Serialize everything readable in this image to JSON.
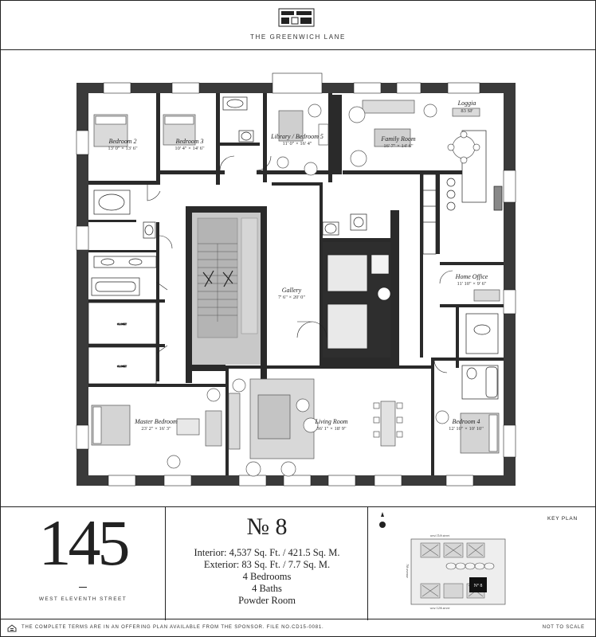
{
  "header": {
    "building_name": "THE GREENWICH LANE"
  },
  "floor_plan": {
    "rooms": [
      {
        "name": "Bedroom 2",
        "dims": "13' 0\" × 13' 6\""
      },
      {
        "name": "Bedroom 3",
        "dims": "10' 4\" × 14' 6\""
      },
      {
        "name": "Library / Bedroom 5",
        "dims": "11' 0\" × 16' 4\""
      },
      {
        "name": "Family Room",
        "dims": "16' 7\" × 14' 6\""
      },
      {
        "name": "Loggia",
        "dims": "83 SF"
      },
      {
        "name": "Gallery",
        "dims": "7' 6\" × 20' 0\""
      },
      {
        "name": "Home Office",
        "dims": "11' 10\" × 9' 6\""
      },
      {
        "name": "Master Bedroom",
        "dims": "23' 2\" × 16' 3\""
      },
      {
        "name": "Living Room",
        "dims": "36' 1\" × 18' 9\""
      },
      {
        "name": "Bedroom 4",
        "dims": "12' 10\" × 10' 10\""
      }
    ]
  },
  "building": {
    "number": "145",
    "street": "WEST ELEVENTH STREET"
  },
  "unit": {
    "label": "№ 8",
    "details": [
      "Interior: 4,537 Sq. Ft. / 421.5 Sq. M.",
      "Exterior: 83 Sq. Ft. / 7.7 Sq. M.",
      "4 Bedrooms",
      "4 Baths",
      "Powder Room"
    ]
  },
  "key_plan": {
    "title": "KEY PLAN",
    "top_street": "west 11th street",
    "bottom_street": "west 12th street",
    "side_street": "7th avenue",
    "unit_marker": "Nº 8"
  },
  "footer": {
    "disclaimer": "THE COMPLETE TERMS ARE IN AN OFFERING PLAN AVAILABLE FROM THE SPONSOR. FILE NO.CD15-0081.",
    "scale_note": "NOT TO SCALE"
  },
  "colors": {
    "wall": "#3a3a3a",
    "line": "#1c1c1c",
    "floor": "#ffffff",
    "furniture": "#8a8a8a",
    "stair": "#bdbdbd"
  }
}
